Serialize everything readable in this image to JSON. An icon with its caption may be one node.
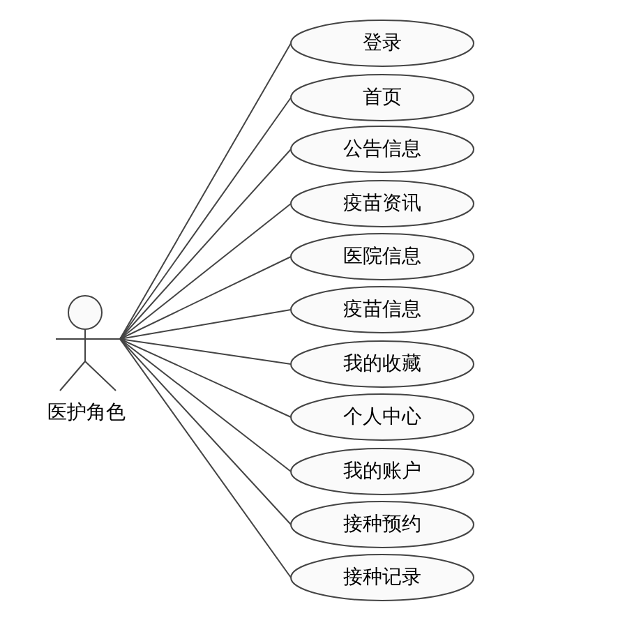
{
  "diagram": {
    "nodes": [
      {
        "text": [
          "医护角色"
        ]
      },
      {
        "text": [
          "登录"
        ]
      },
      {
        "text": [
          "首页"
        ]
      },
      {
        "text": [
          "公告信息"
        ]
      },
      {
        "text": [
          "疫苗资讯"
        ]
      },
      {
        "text": [
          "医院信息"
        ]
      },
      {
        "text": [
          "疫苗信息"
        ]
      },
      {
        "text": [
          "我的收藏"
        ]
      },
      {
        "text": [
          "个人中心"
        ]
      },
      {
        "text": [
          "我的账户"
        ]
      },
      {
        "text": [
          "接种预约"
        ]
      },
      {
        "text": [
          "接种记录"
        ]
      }
    ],
    "edges": [
      {
        "from": 0,
        "to": 1,
        "arrow": "none"
      },
      {
        "from": 0,
        "to": 2,
        "arrow": "none"
      },
      {
        "from": 0,
        "to": 3,
        "arrow": "none"
      },
      {
        "from": 0,
        "to": 4,
        "arrow": "none"
      },
      {
        "from": 0,
        "to": 5,
        "arrow": "none"
      },
      {
        "from": 0,
        "to": 6,
        "arrow": "none"
      },
      {
        "from": 0,
        "to": 7,
        "arrow": "none"
      },
      {
        "from": 0,
        "to": 8,
        "arrow": "none"
      },
      {
        "from": 0,
        "to": 9,
        "arrow": "none"
      },
      {
        "from": 0,
        "to": 10,
        "arrow": "none"
      },
      {
        "from": 0,
        "to": 11,
        "arrow": "none"
      }
    ]
  }
}
